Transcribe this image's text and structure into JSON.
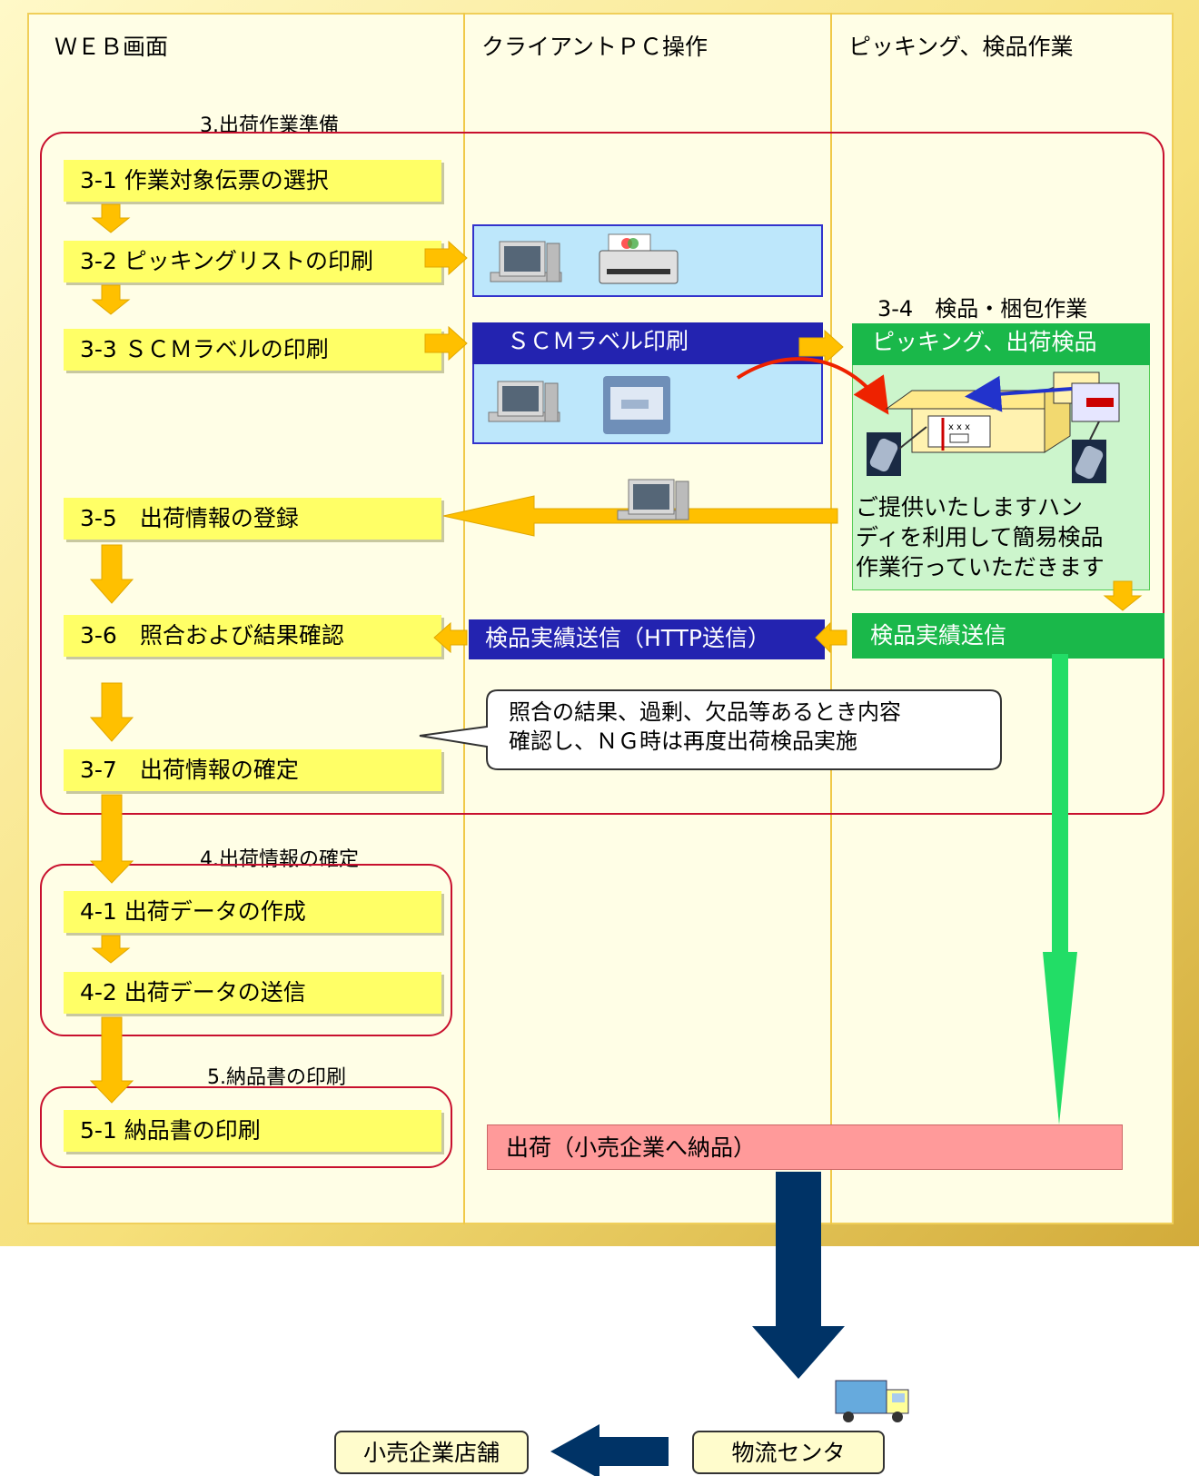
{
  "columns": {
    "web": "ＷＥＢ画面",
    "client": "クライアントＰＣ操作",
    "picking": "ピッキング、検品作業"
  },
  "sections": {
    "s3": "3.出荷作業準備",
    "s4": "4.出荷情報の確定",
    "s5": "5.納品書の印刷"
  },
  "steps": {
    "s3_1": "3-1 作業対象伝票の選択",
    "s3_2": "3-2 ピッキングリストの印刷",
    "s3_3": "3-3 ＳＣＭラベルの印刷",
    "s3_5": "3-5　出荷情報の登録",
    "s3_6": "3-6　照合および結果確認",
    "s3_7": "3-7　出荷情報の確定",
    "s4_1": "4-1 出荷データの作成",
    "s4_2": "4-2 出荷データの送信",
    "s5_1": "5-1 納品書の印刷"
  },
  "client": {
    "scm_label_print": "ＳＣＭラベル印刷",
    "inspection_send_http": "検品実績送信（HTTP送信）"
  },
  "picking": {
    "step_3_4": "3-4　検品・梱包作業",
    "picking_inspection": "ピッキング、出荷検品",
    "handy_note": [
      "ご提供いたしますハン",
      "ディを利用して簡易検品",
      "作業行っていただきます"
    ],
    "inspection_send": "検品実績送信",
    "box_marks": "x x x"
  },
  "callout": {
    "lines": [
      "照合の結果、過剰、欠品等あるとき内容",
      "確認し、ＮＧ時は再度出荷検品実施"
    ]
  },
  "shipment": "出荷（小売企業へ納品）",
  "bottom": {
    "retail_store": "小売企業店舗",
    "logistics_center": "物流センタ"
  },
  "colors": {
    "step_fill": "#ffff66",
    "section_border": "#c8102e",
    "arrow_orange": "#ffc000",
    "client_blue": "#2323b0",
    "picking_green": "#1ab84a",
    "shipment_pink": "#ff9a9a",
    "bottom_arrow_navy": "#003366"
  },
  "icons": [
    "desktop-pc-icon",
    "printer-icon",
    "label-printer-icon",
    "cardboard-box-icon",
    "handy-terminal-icon",
    "delivery-truck-icon"
  ]
}
